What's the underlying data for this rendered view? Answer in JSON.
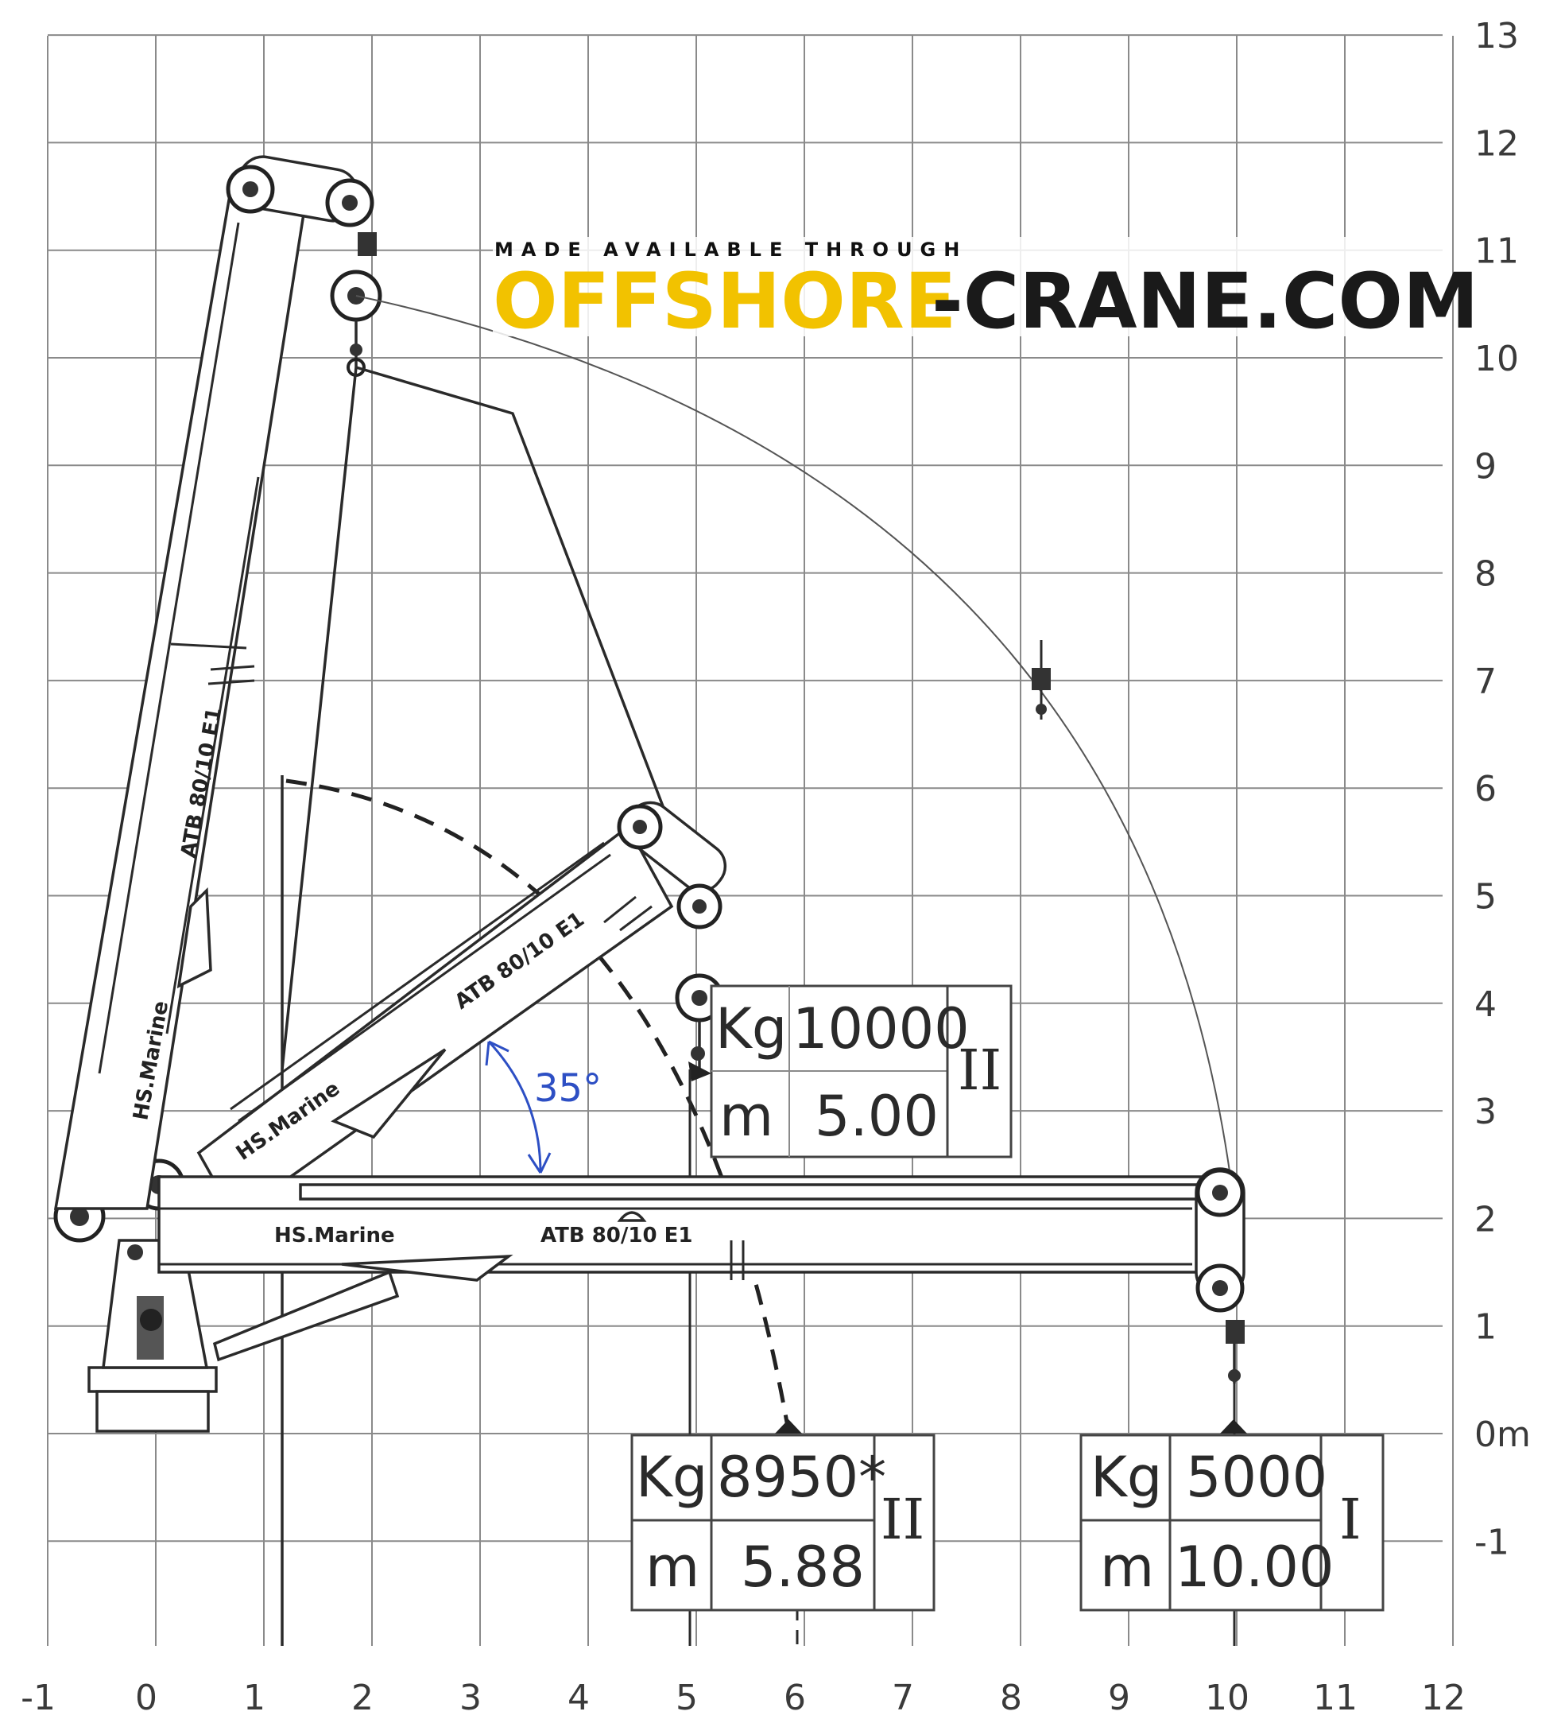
{
  "watermark": {
    "top_line": "MADE AVAILABLE THROUGH",
    "brand_highlight": "OFFSHORE",
    "brand_rest": "-CRANE.COM",
    "highlight_color": "#f2c200",
    "text_color": "#1a1a1a"
  },
  "axes": {
    "x_ticks": [
      "-1",
      "0",
      "1",
      "2",
      "3",
      "4",
      "5",
      "6",
      "7",
      "8",
      "9",
      "10",
      "11",
      "12"
    ],
    "y_ticks": [
      "-1",
      "0m",
      "1",
      "2",
      "3",
      "4",
      "5",
      "6",
      "7",
      "8",
      "9",
      "10",
      "11",
      "12",
      "13"
    ]
  },
  "booms": {
    "vertical_label": "ATB 80/10  E1",
    "vertical_brand": "HS.Marine",
    "inclined_label": "ATB 80/10  E1",
    "inclined_brand": "HS.Marine",
    "horizontal_label": "ATB 80/10  E1",
    "horizontal_brand": "HS.Marine"
  },
  "angle_annotation": {
    "text": "35°",
    "color": "#2d4fc4"
  },
  "load_boxes": [
    {
      "id": "box-boom-35",
      "kg_label": "Kg",
      "kg_value": "10000",
      "m_label": "m",
      "m_value": "5.00",
      "config": "II"
    },
    {
      "id": "box-ground-6",
      "kg_label": "Kg",
      "kg_value": "8950*",
      "m_label": "m",
      "m_value": "5.88",
      "config": "II"
    },
    {
      "id": "box-ground-10",
      "kg_label": "Kg",
      "kg_value": "5000",
      "m_label": "m",
      "m_value": "10.00",
      "config": "I"
    }
  ]
}
